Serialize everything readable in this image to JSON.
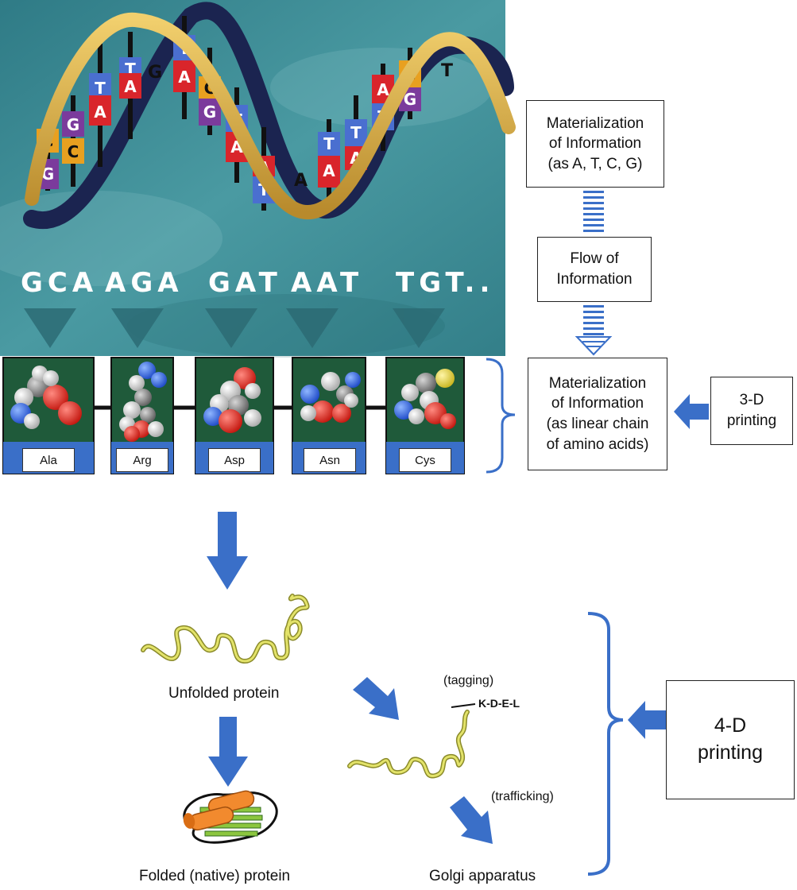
{
  "dna": {
    "codons": [
      "GCA",
      "AGA",
      "GAT",
      "AAT",
      "TGT.."
    ]
  },
  "amino_acids": [
    "Ala",
    "Arg",
    "Asp",
    "Asn",
    "Cys"
  ],
  "boxes": {
    "info_atcg": "Materialization\nof Information\n(as A, T, C, G)",
    "flow": "Flow of\nInformation",
    "info_chain": "Materialization\nof Information\n(as linear chain\nof amino acids)",
    "printing_3d": "3-D\nprinting",
    "printing_4d": "4-D\nprinting"
  },
  "labels": {
    "unfolded": "Unfolded protein",
    "folded": "Folded (native) protein",
    "tagging": "(tagging)",
    "kdel": "K-D-E-L",
    "trafficking": "(trafficking)",
    "golgi": "Golgi apparatus"
  },
  "colors": {
    "arrow_blue": "#3a6fc8",
    "teal_bg": "#3f8a94",
    "strand_gold": "#e0b44c",
    "strand_navy": "#1b2450",
    "aa_panel_green": "#1f5a3a",
    "protein_yellow": "#c9c94a",
    "helix_orange": "#f28a2e",
    "sheet_green": "#8cc63f"
  }
}
